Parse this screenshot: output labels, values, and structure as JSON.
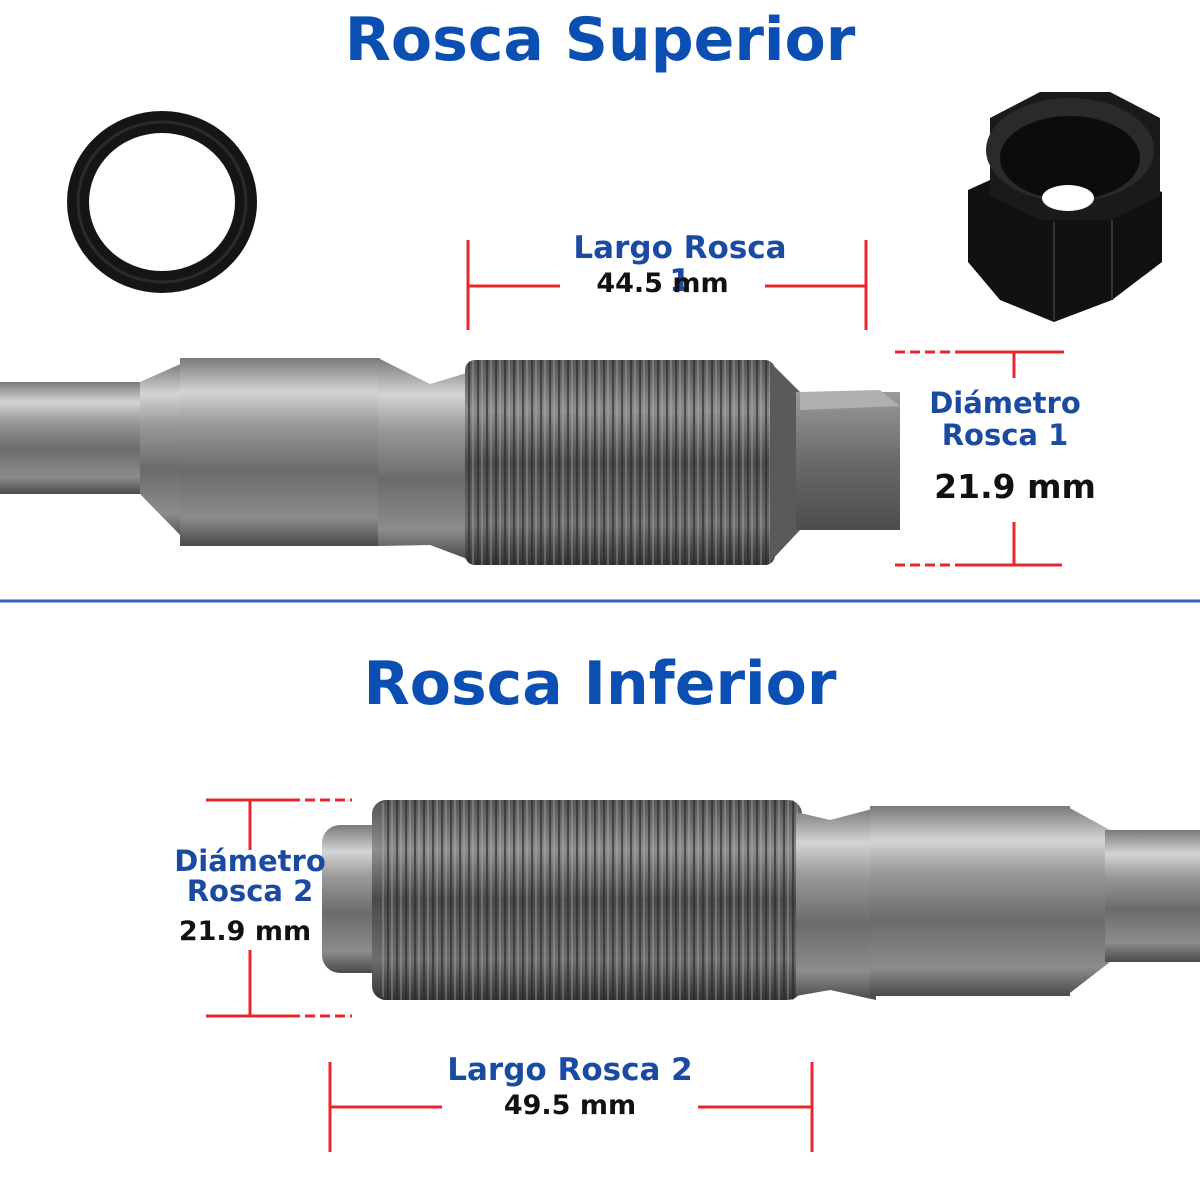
{
  "colors": {
    "title": "#0b4fb3",
    "label_blue": "#1b4aa3",
    "value_dark": "#111111",
    "dimension_red": "#e8262b",
    "divider": "#3a62b5",
    "steel_light": "#c9c9c9",
    "steel_dark": "#5a5a5a",
    "thread_dark": "#3e3e3e"
  },
  "top": {
    "title": "Rosca Superior",
    "length_label": "Largo Rosca 1",
    "length_value": "44.5 mm",
    "diameter_label_1": "Diámetro",
    "diameter_label_2": "Rosca 1",
    "diameter_value": "21.9 mm"
  },
  "bottom": {
    "title": "Rosca Inferior",
    "length_label": "Largo Rosca 2",
    "length_value": "49.5 mm",
    "diameter_label_1": "Diámetro",
    "diameter_label_2": "Rosca 2",
    "diameter_value": "21.9 mm"
  },
  "icons": [
    "o-ring-photo",
    "hex-nut-photo",
    "threaded-shaft-photo"
  ]
}
